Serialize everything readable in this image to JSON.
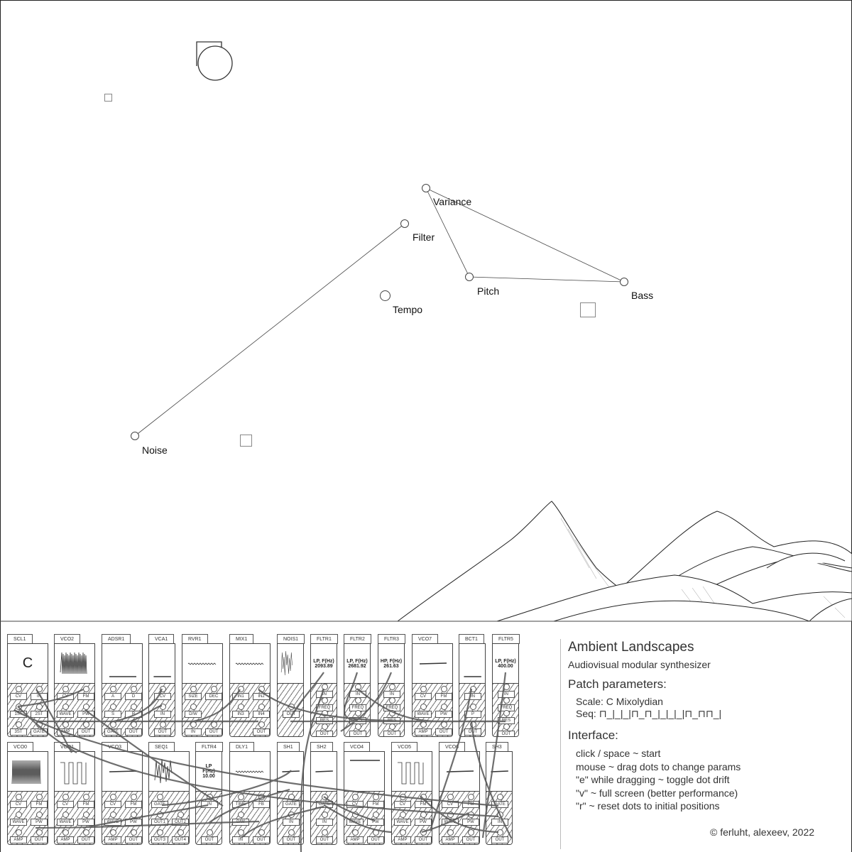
{
  "dots": [
    {
      "id": "variance",
      "label": "Variance"
    },
    {
      "id": "filter",
      "label": "Filter"
    },
    {
      "id": "pitch",
      "label": "Pitch"
    },
    {
      "id": "bass",
      "label": "Bass"
    },
    {
      "id": "tempo",
      "label": "Tempo"
    },
    {
      "id": "noise",
      "label": "Noise"
    }
  ],
  "rack": {
    "row1": [
      {
        "name": "SCL1",
        "display": "C",
        "kind": "text-big",
        "ports": [
          "CV",
          "IN",
          "1ST",
          "2ST",
          "3ST",
          "GATE"
        ]
      },
      {
        "name": "VCO2",
        "kind": "saw",
        "ports": [
          "CV",
          "FM",
          "WAVE",
          "PW",
          "AMP",
          "OUT"
        ]
      },
      {
        "name": "ADSR1",
        "kind": "line-low",
        "ports": [
          "A",
          "D",
          "S",
          "R",
          "GATE",
          "OUT"
        ]
      },
      {
        "name": "VCA1",
        "kind": "line-low",
        "ports": [
          "CV",
          "IN",
          "OUT"
        ]
      },
      {
        "name": "RVR1",
        "kind": "wiggle",
        "ports": [
          "SIZE",
          "DEC",
          "D/W",
          "",
          "IN",
          "OUT"
        ]
      },
      {
        "name": "MIX1",
        "kind": "wiggle",
        "ports": [
          "IN1",
          "IN2",
          "IN3",
          "IN4",
          "",
          "OUT"
        ]
      },
      {
        "name": "NOIS1",
        "kind": "noise",
        "ports": [
          "OUT"
        ]
      },
      {
        "name": "FLTR1",
        "display": "LP, F(Hz)\n2093.89",
        "kind": "text",
        "ports": [
          "IN",
          "FREQ",
          "RES",
          "OUT"
        ]
      },
      {
        "name": "FLTR2",
        "display": "LP, F(Hz)\n2681.92",
        "kind": "text",
        "ports": [
          "IN",
          "FREQ",
          "RES",
          "OUT"
        ]
      },
      {
        "name": "FLTR3",
        "display": "HP, F(Hz)\n261.63",
        "kind": "text",
        "ports": [
          "IN",
          "FREQ",
          "RES",
          "OUT"
        ]
      },
      {
        "name": "VCO7",
        "kind": "line-mid",
        "ports": [
          "CV",
          "FM",
          "WAVE",
          "PW",
          "AMP",
          "OUT"
        ]
      },
      {
        "name": "BCT1",
        "kind": "line-low",
        "ports": [
          "IN",
          "P",
          "OUT"
        ]
      },
      {
        "name": "FLTR5",
        "display": "LP, F(Hz)\n400.00",
        "kind": "text",
        "ports": [
          "IN",
          "FREQ",
          "RES",
          "OUT"
        ]
      }
    ],
    "row2": [
      {
        "name": "VCO0",
        "kind": "saw-dense",
        "ports": [
          "CV",
          "FM",
          "WAVE",
          "PW",
          "AMP",
          "OUT"
        ]
      },
      {
        "name": "VCO1",
        "kind": "square",
        "ports": [
          "CV",
          "FM",
          "WAVE",
          "PW",
          "AMP",
          "OUT"
        ]
      },
      {
        "name": "VCO3",
        "kind": "line-mid",
        "ports": [
          "CV",
          "FM",
          "WAVE",
          "PW",
          "AMP",
          "OUT"
        ]
      },
      {
        "name": "SEQ1",
        "kind": "noise",
        "ports": [
          "GATE",
          "",
          "OUT1",
          "OUT2",
          "OUT3",
          "OUT4"
        ]
      },
      {
        "name": "FLTR4",
        "display": "LP\nF(Hz)\n10.00",
        "kind": "text",
        "ports": [
          "IN",
          "",
          "OUT"
        ]
      },
      {
        "name": "DLY1",
        "kind": "wiggle",
        "ports": [
          "TIME",
          "FB",
          "D/W",
          "",
          "IN",
          "OUT"
        ]
      },
      {
        "name": "SH1",
        "kind": "line-mid",
        "ports": [
          "GATE",
          "IN",
          "OUT"
        ]
      },
      {
        "name": "SH2",
        "kind": "line-mid",
        "ports": [
          "GATE",
          "IN",
          "OUT"
        ]
      },
      {
        "name": "VCO4",
        "kind": "line-top",
        "ports": [
          "CV",
          "FM",
          "WAVE",
          "PW",
          "AMP",
          "OUT"
        ]
      },
      {
        "name": "VCO5",
        "kind": "square",
        "ports": [
          "CV",
          "FM",
          "WAVE",
          "PW",
          "AMP",
          "OUT"
        ]
      },
      {
        "name": "VCO6",
        "kind": "line-mid",
        "ports": [
          "CV",
          "FM",
          "WAVE",
          "PW",
          "AMP",
          "OUT"
        ]
      },
      {
        "name": "SH3",
        "kind": "line-mid",
        "ports": [
          "GATE",
          "IN",
          "OUT"
        ]
      }
    ]
  },
  "panel": {
    "title": "Ambient Landscapes",
    "subtitle": "Audiovisual modular synthesizer",
    "patch_heading": "Patch parameters:",
    "scale": "Scale: C Mixolydian",
    "seq": "Seq: ⊓_|_|_|⊓_⊓_|_|_|_|⊓_⊓⊓_|",
    "interface_heading": "Interface:",
    "instructions": [
      "click / space ~ start",
      "mouse ~ drag dots to change params",
      "\"e\" while dragging ~ toggle dot drift",
      "\"v\" ~ full screen (better performance)",
      "\"r\" ~ reset dots to initial positions"
    ],
    "copyright": "© ferluht, alexeev, 2022"
  }
}
